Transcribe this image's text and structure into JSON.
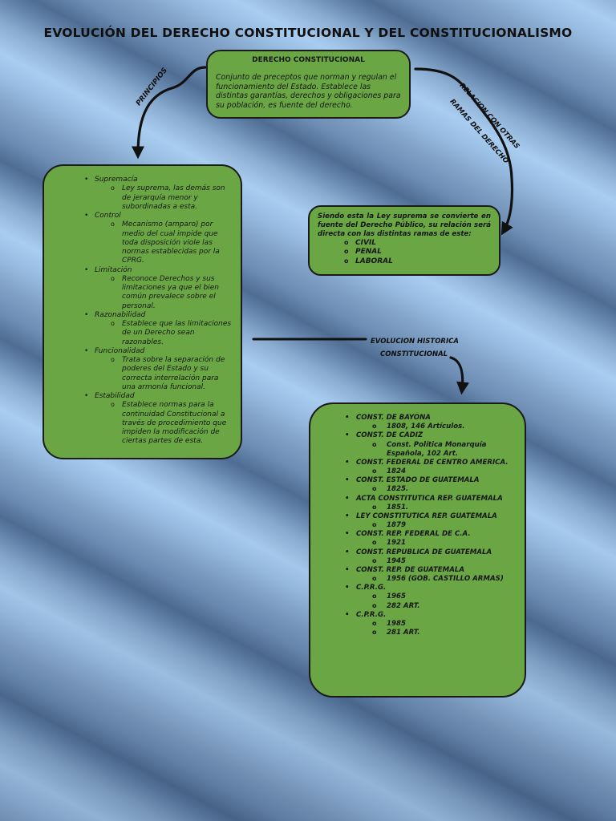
{
  "title": "EVOLUCIÓN DEL DERECHO CONSTITUCIONAL Y DEL CONSTITUCIONALISMO",
  "top_box": {
    "heading": "DERECHO CONSTITUCIONAL",
    "definition": "Conjunto de preceptos que norman y regulan el funcionamiento del Estado. Establece las distintas garantías, derechos y obligaciones para su población, es fuente del derecho."
  },
  "labels": {
    "principios": "PRINCIPIOS",
    "relacion_1": "RELACION CON OTRAS",
    "relacion_2": "RAMAS DEL DERECHO",
    "evolucion_1": "EVOLUCION HISTORICA",
    "evolucion_2": "CONSTITUCIONAL"
  },
  "principios": [
    {
      "name": "Supremacía",
      "details": [
        "Ley suprema, las demás son de jerarquía menor y subordinadas a esta."
      ]
    },
    {
      "name": "Control",
      "details": [
        "Mecanismo (amparo) por medio del cual impide que toda disposición viole las normas establecidas por la CPRG."
      ]
    },
    {
      "name": "Limitación",
      "details": [
        "Reconoce Derechos y sus limitaciones ya que el bien común prevalece sobre el personal."
      ]
    },
    {
      "name": "Razonabilidad",
      "details": [
        "Establece que las limitaciones de un Derecho sean razonables."
      ]
    },
    {
      "name": "Funcionalidad",
      "details": [
        "Trata sobre la separación de poderes del Estado y su correcta interrelación para una armonía funcional."
      ]
    },
    {
      "name": "Estabilidad",
      "details": [
        "Establece normas para la continuidad Constitucional a través de procedimiento que impiden la modificación de ciertas partes de esta."
      ]
    }
  ],
  "relacion": {
    "intro": "Siendo esta la Ley suprema se convierte en fuente del Derecho Público, su relación será directa con las distintas ramas de este:",
    "ramas": [
      "CIVIL",
      "PENAL",
      "LABORAL"
    ]
  },
  "evolucion": [
    {
      "name": "CONST. DE BAYONA",
      "details": [
        "1808, 146 Artículos."
      ]
    },
    {
      "name": "CONST. DE CADIZ",
      "details": [
        "Const. Política Monarquía Española, 102 Art."
      ]
    },
    {
      "name": "CONST. FEDERAL DE CENTRO AMERICA.",
      "details": [
        "1824"
      ]
    },
    {
      "name": "CONST. ESTADO DE GUATEMALA",
      "details": [
        "1825."
      ]
    },
    {
      "name": "ACTA CONSTITUTICA REP. GUATEMALA",
      "details": [
        "1851."
      ]
    },
    {
      "name": "LEY CONSTITUTICA REP. GUATEMALA",
      "details": [
        "1879"
      ]
    },
    {
      "name": "CONST. REP. FEDERAL DE C.A.",
      "details": [
        "1921"
      ]
    },
    {
      "name": "CONST. REPUBLICA DE GUATEMALA",
      "details": [
        "1945"
      ]
    },
    {
      "name": "CONST. REP. DE GUATEMALA",
      "details": [
        "1956 (GOB. CASTILLO ARMAS)"
      ]
    },
    {
      "name": "C.P.R.G.",
      "details": [
        "1965",
        "282 ART."
      ]
    },
    {
      "name": "C.P.R.G.",
      "details": [
        "1985",
        "281 ART."
      ]
    }
  ],
  "colors": {
    "box_fill": "#6aa744",
    "box_border": "#1b1b1b",
    "text": "#161616"
  }
}
